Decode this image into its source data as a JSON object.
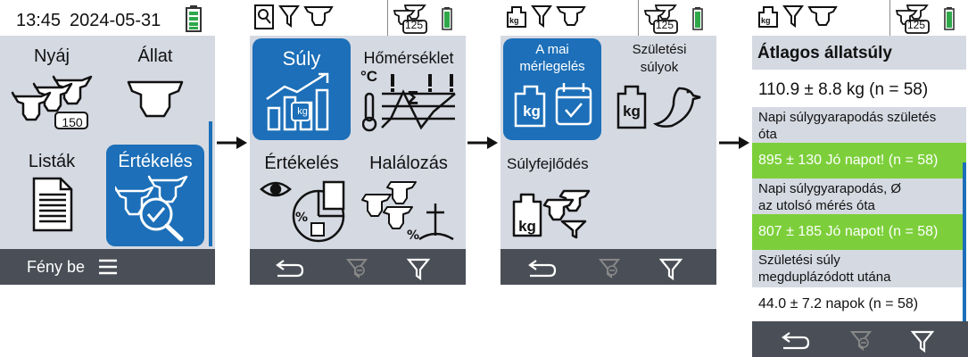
{
  "screen1": {
    "status": {
      "time": "13:45",
      "date": "2024-05-31"
    },
    "tiles": [
      {
        "label": "Nyáj",
        "badge": "150"
      },
      {
        "label": "Állat"
      },
      {
        "label": "Listák"
      },
      {
        "label": "Értékelés"
      }
    ],
    "bottom": {
      "light_label": "Fény be",
      "menu_icon": "hamburger-icon"
    }
  },
  "screen2": {
    "status": {
      "count": "125"
    },
    "tiles": [
      {
        "label": "Súly"
      },
      {
        "label": "Hőmérséklet",
        "unit": "°C"
      },
      {
        "label": "Értékelés"
      },
      {
        "label": "Halálozás"
      }
    ]
  },
  "screen3": {
    "status": {
      "count": "125"
    },
    "tiles": [
      {
        "label_line1": "A mai",
        "label_line2": "mérlegelés"
      },
      {
        "label_line1": "Születési",
        "label_line2": "súlyok"
      },
      {
        "label": "Súlyfejlődés"
      }
    ]
  },
  "screen4": {
    "status": {
      "count": "125"
    },
    "title": "Átlagos állatsúly",
    "avg_weight": "110.9 ± 8.8 kg (n = 58)",
    "section1_line1": "Napi súlygyarapodás születés",
    "section1_line2": "óta",
    "value1": "895 ± 130 Jó napot! (n = 58)",
    "section2_line1": "Napi súlygyarapodás, Ø",
    "section2_line2": "az utolsó mérés óta",
    "value2": "807 ± 185 Jó napot! (n = 58)",
    "section3_line1": "Születési súly",
    "section3_line2": "megduplázódott utána",
    "value3": "44.0 ± 7.2 napok (n = 58)"
  },
  "icons": {
    "kg": "kg"
  },
  "colors": {
    "accent": "#1c6fb8",
    "content_bg": "#d5d9e2",
    "bottom_bar": "#4a4f57",
    "green_row": "#7ccf3a",
    "battery": "#2fa84a"
  }
}
